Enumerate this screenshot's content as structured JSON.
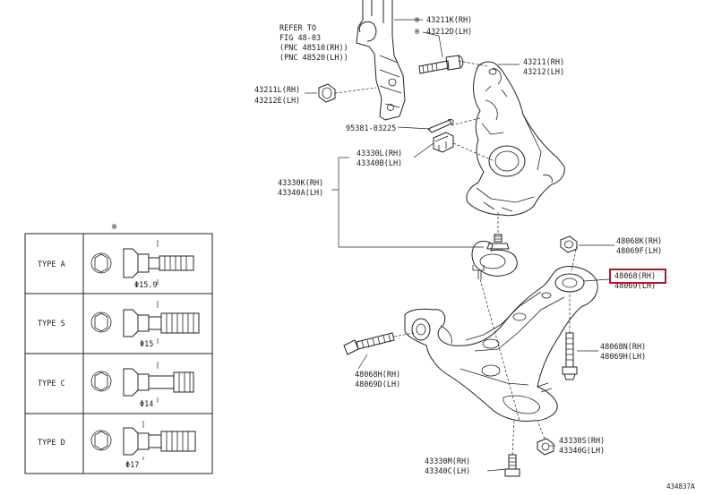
{
  "callouts": {
    "refer_line1": "REFER TO",
    "refer_line2": "FIG 48-03",
    "refer_line3": "(PNC 48510(RH))",
    "refer_line4": "(PNC 48520(LH))",
    "bolt_top_rh": "43211K(RH)",
    "bolt_top_lh": "43212D(LH)",
    "knuckle_rh": "43211(RH)",
    "knuckle_lh": "43212(LH)",
    "nut_left_rh": "43211L(RH)",
    "nut_left_lh": "43212E(LH)",
    "cotter_pin": "95381-03225",
    "castle_nut_rh": "43330L(RH)",
    "castle_nut_lh": "43340B(LH)",
    "ball_joint_rh": "43330K(RH)",
    "ball_joint_lh": "43340A(LH)",
    "nut_right_rh": "48068K(RH)",
    "nut_right_lh": "48069F(LH)",
    "arm_rh": "48068(RH)",
    "arm_lh": "48069(LH)",
    "bolt_right_rh": "48068N(RH)",
    "bolt_right_lh": "48069H(LH)",
    "bolt_left_rh": "48068H(RH)",
    "bolt_left_lh": "48069D(LH)",
    "nut_bottom_rh": "43330S(RH)",
    "nut_bottom_lh": "43340G(LH)",
    "bolt_bottom_rh": "43330M(RH)",
    "bolt_bottom_lh": "43340C(LH)",
    "asterisk": "※",
    "figure_code": "434837A"
  },
  "table": {
    "header": "※",
    "rows": [
      {
        "type": "TYPE A",
        "dim": "Φ15.9"
      },
      {
        "type": "TYPE S",
        "dim": "Φ15"
      },
      {
        "type": "TYPE C",
        "dim": "Φ14"
      },
      {
        "type": "TYPE D",
        "dim": "Φ17"
      }
    ]
  },
  "colors": {
    "line": "#222222",
    "highlight": "#b0152a"
  }
}
